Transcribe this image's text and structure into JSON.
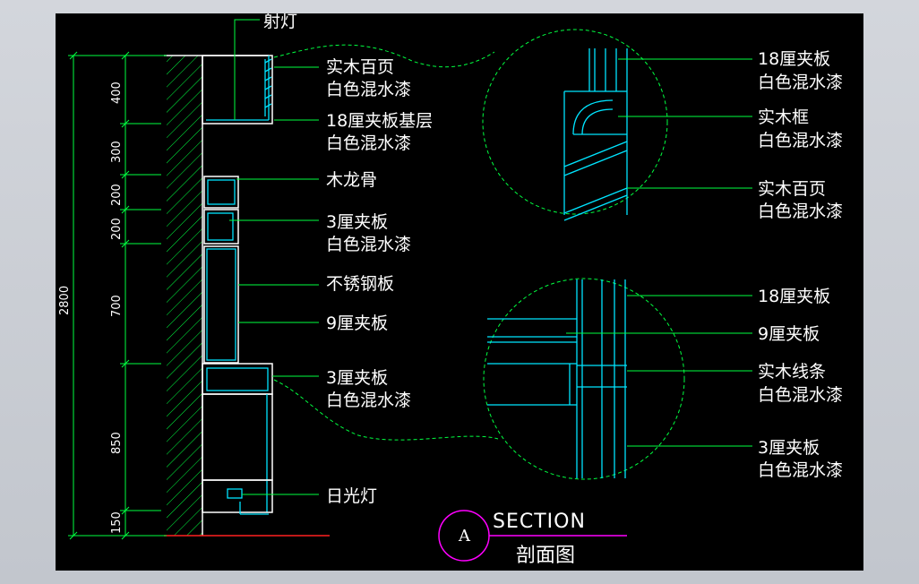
{
  "drawing": {
    "top_label": "射灯",
    "left_labels": [
      {
        "l1": "实木百页",
        "l2": "白色混水漆"
      },
      {
        "l1": "18厘夹板基层",
        "l2": "白色混水漆"
      },
      {
        "l1": "木龙骨",
        "l2": ""
      },
      {
        "l1": "3厘夹板",
        "l2": "白色混水漆"
      },
      {
        "l1": "不锈钢板",
        "l2": ""
      },
      {
        "l1": "9厘夹板",
        "l2": ""
      },
      {
        "l1": "3厘夹板",
        "l2": "白色混水漆"
      },
      {
        "l1": "日光灯",
        "l2": ""
      }
    ],
    "right_labels": [
      {
        "l1": "18厘夹板",
        "l2": "白色混水漆"
      },
      {
        "l1": "实木框",
        "l2": "白色混水漆"
      },
      {
        "l1": "实木百页",
        "l2": "白色混水漆"
      },
      {
        "l1": "18厘夹板",
        "l2": ""
      },
      {
        "l1": "9厘夹板",
        "l2": ""
      },
      {
        "l1": "实木线条",
        "l2": "白色混水漆"
      },
      {
        "l1": "3厘夹板",
        "l2": "白色混水漆"
      }
    ],
    "dimensions": {
      "total": "2800",
      "segments": [
        "400",
        "300",
        "200",
        "200",
        "700",
        "850",
        "150"
      ]
    },
    "title": {
      "marker": "A",
      "section": "SECTION",
      "subtitle": "剖面图"
    }
  },
  "colors": {
    "background": "#000000",
    "leader": "#00ff40",
    "detail": "#00e5ff",
    "text": "#ffffff",
    "marker": "#ff00ff",
    "floor": "#ff2020"
  }
}
